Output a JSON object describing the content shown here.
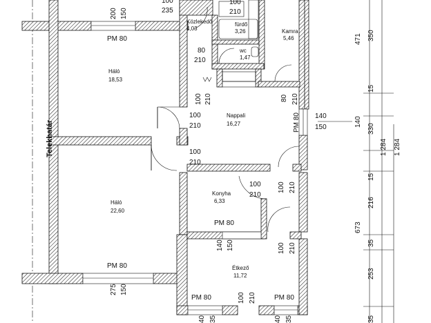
{
  "rooms": {
    "kozlekedo": {
      "name": "Közlekedő",
      "area": "4,03"
    },
    "furdo": {
      "name": "fürdő",
      "area": "3,26"
    },
    "kamra": {
      "name": "Kamra",
      "area": "5,46"
    },
    "wc": {
      "name": "wc",
      "area": "1,47"
    },
    "halo1": {
      "name": "Háló",
      "area": "18,53"
    },
    "nappali": {
      "name": "Nappali",
      "area": "16,27"
    },
    "konyha": {
      "name": "Konyha",
      "area": "6,33"
    },
    "halo2": {
      "name": "Háló",
      "area": "22,60"
    },
    "etkezo": {
      "name": "Étkező",
      "area": "11,72"
    }
  },
  "boundary_label": "Telekhatár",
  "labels": {
    "w200": "200",
    "w150": "150",
    "w100": "100",
    "w235": "235",
    "w210": "210",
    "pm80": "PM 80",
    "d80": "80",
    "d210": "210",
    "d100": "100",
    "d140": "140",
    "d150": "150",
    "d275": "275",
    "d40": "40",
    "d35": "35"
  },
  "dimensions_right": {
    "col1": [
      "471",
      "140",
      "673",
      "253"
    ],
    "col2": [
      "350",
      "15",
      "330",
      "15",
      "216",
      "35",
      "35"
    ],
    "col3": [
      "1 284"
    ],
    "col4": [
      "1 284"
    ]
  }
}
